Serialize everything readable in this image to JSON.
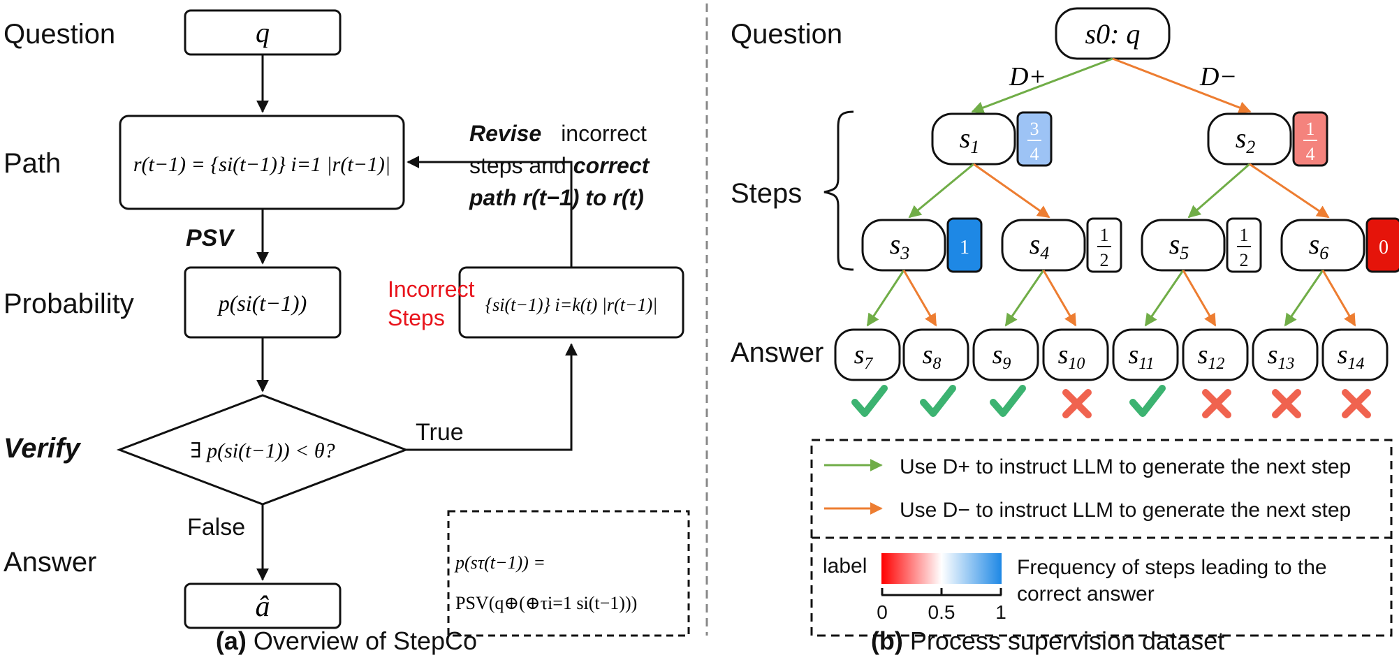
{
  "left": {
    "row_labels": {
      "question": "Question",
      "path": "Path",
      "psv": "PSV",
      "probability": "Probability",
      "verify": "Verify",
      "answer": "Answer"
    },
    "question_box": "q",
    "answer_box": "â",
    "path_formula": "r(t−1) = {si(t−1)} i=1 |r(t−1)|",
    "prob_formula": "p(si(t−1))",
    "verify_formula": "∃ p(si(t−1)) < θ?",
    "true_label": "True",
    "false_label": "False",
    "incorrect_label_1": "Incorrect",
    "incorrect_label_2": "Steps",
    "incorrect_formula": "{si(t−1)} i=k(t) |r(t−1)|",
    "revise_bold": "Revise",
    "revise_rest": "incorrect",
    "revise_line2_plain": "steps and",
    "revise_line2_bold": "correct",
    "revise_line3": "path r(t−1) to r(t)",
    "psv_def_line1": "p(sτ(t−1)) =",
    "psv_def_line2": "PSV(q⊕(⊕τi=1 si(t−1)))",
    "caption_bold": "(a)",
    "caption_text": "Overview of StepCo"
  },
  "right": {
    "row_labels": {
      "question": "Question",
      "steps": "Steps",
      "answer": "Answer"
    },
    "root": "s0: q",
    "edge_pos": "D+",
    "edge_neg": "D−",
    "nodes": [
      {
        "id": "s1",
        "label": "3/4",
        "color": "#9dc3f5",
        "text_color": "#ffffff"
      },
      {
        "id": "s2",
        "label": "1/4",
        "color": "#f4837d",
        "text_color": "#ffffff"
      },
      {
        "id": "s3",
        "label": "1",
        "color": "#1e88e5",
        "text_color": "#ffffff"
      },
      {
        "id": "s4",
        "label": "1/2",
        "color": "#ffffff",
        "text_color": "#111111"
      },
      {
        "id": "s5",
        "label": "1/2",
        "color": "#ffffff",
        "text_color": "#111111"
      },
      {
        "id": "s6",
        "label": "0",
        "color": "#e5140a",
        "text_color": "#ffffff"
      }
    ],
    "answers": [
      {
        "id": "s7",
        "correct": true
      },
      {
        "id": "s8",
        "correct": true
      },
      {
        "id": "s9",
        "correct": true
      },
      {
        "id": "s10",
        "correct": false
      },
      {
        "id": "s11",
        "correct": true
      },
      {
        "id": "s12",
        "correct": false
      },
      {
        "id": "s13",
        "correct": false
      },
      {
        "id": "s14",
        "correct": false
      }
    ],
    "legend": {
      "green_text": "Use D+ to instruct LLM to generate the next step",
      "orange_text": "Use D− to instruct LLM to generate the next step",
      "label_word": "label",
      "ticks": [
        "0",
        "0.5",
        "1"
      ],
      "freq_line1": "Frequency of steps leading to the",
      "freq_line2": "correct answer"
    },
    "caption_bold": "(b)",
    "caption_text": "Process supervision dataset"
  },
  "colors": {
    "green": "#70ad47",
    "orange": "#ed7d31",
    "check": "#3cb371",
    "cross": "#f0634f"
  }
}
